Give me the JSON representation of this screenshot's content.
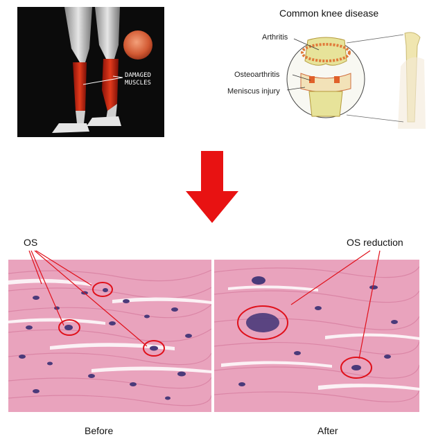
{
  "legs_image": {
    "label_line1": "DAMAGED",
    "label_line2": "MUSCLES"
  },
  "knee_image": {
    "title": "Common knee disease",
    "labels": [
      "Arthritis",
      "Osteoarthritis",
      "Meniscus injury"
    ]
  },
  "arrow": {
    "color": "#e81212"
  },
  "histology": {
    "left_annotation": "OS",
    "right_annotation": "OS reduction",
    "before_caption": "Before",
    "after_caption": "After",
    "tissue_color": "#e9a3bd",
    "nucleus_color": "#4a3a7a",
    "marker_color": "#e0101a"
  }
}
